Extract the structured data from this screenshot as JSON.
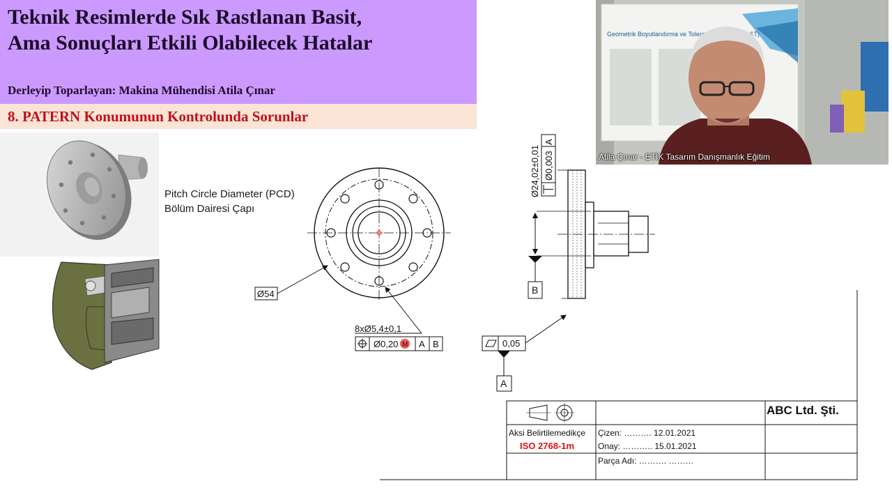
{
  "slide": {
    "title": "Teknik Resimlerde Sık Rastlanan Basit,\nAma Sonuçları Etkili Olabilecek Hatalar",
    "author": "Derleyip Toparlayan: Makina Mühendisi Atila Çınar",
    "section": "8. PATERN Konumunun Kontrolunda Sorunlar",
    "pcd_en": "Pitch Circle Diameter (PCD)",
    "pcd_tr": "Bölüm Dairesi Çapı"
  },
  "drawing": {
    "diameter_54": "Ø54",
    "hole_spec": "8xØ5,4±0,1",
    "position_tol": "Ø0,20",
    "datum_a": "A",
    "datum_b": "B",
    "flatness_tol": "0,05",
    "bore_dim": "Ø24,02±0,01",
    "perp_tol": "Ø0,003",
    "perp_datum": "A"
  },
  "title_block": {
    "company": "ABC Ltd. Şti.",
    "general_tol": "Aksi Belirtilemedikçe",
    "standard": "ISO 2768-1m",
    "drawn": "Çizen: ………. 12.01.2021",
    "approved": "Onay: ……….. 15.01.2021",
    "part_name": "Parça Adı: ………. ………"
  },
  "video": {
    "caption": "Atila Çınar - ETİK Tasarım Danışmanlık Eğitim",
    "poster_title": "Geometrik Boyutlandırma ve Toleranslandırma (GD&T)"
  },
  "colors": {
    "title_bg": "#cc99ff",
    "section_bg": "#f9e4d6",
    "section_text": "#c0101a",
    "standard_text": "#e01010"
  }
}
